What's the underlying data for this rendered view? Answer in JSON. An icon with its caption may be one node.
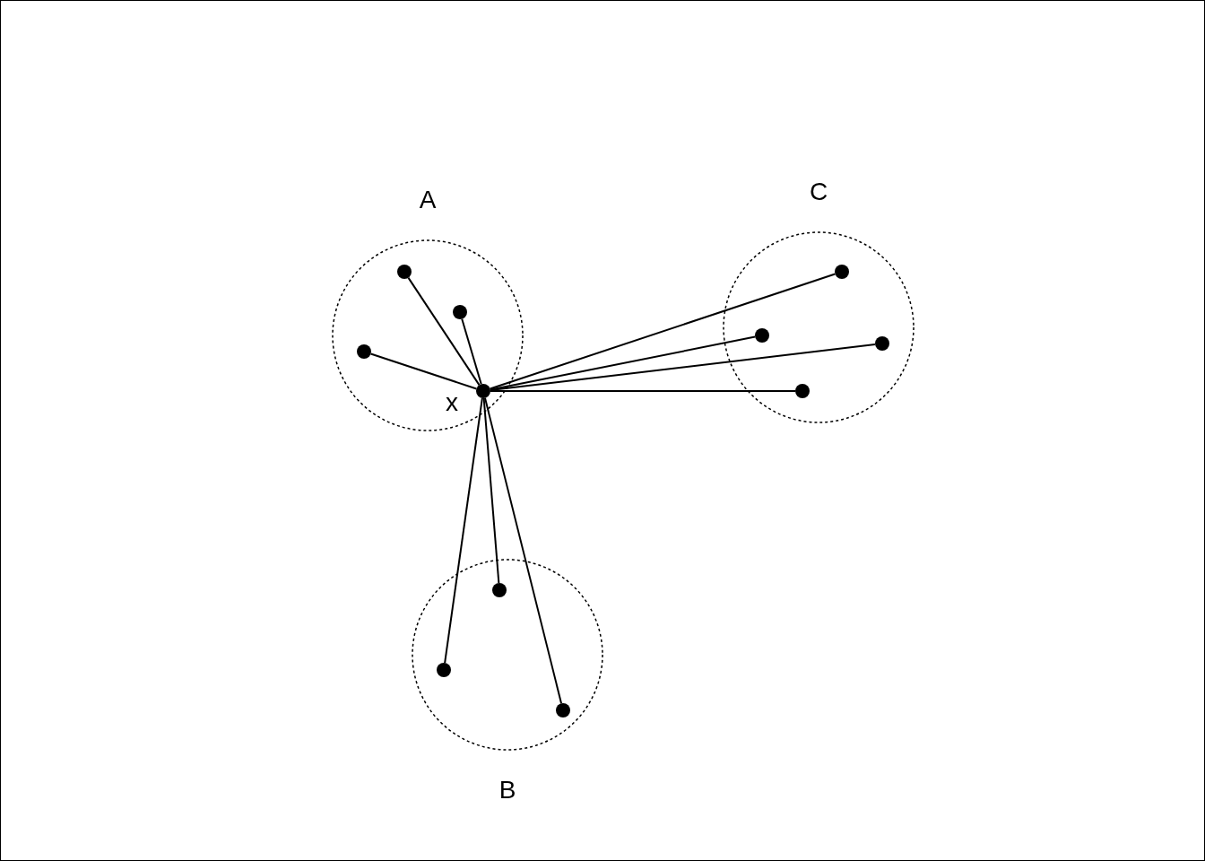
{
  "diagram": {
    "nodes": [
      {
        "text": [
          "A"
        ]
      },
      {
        "text": [],
        "shape": "circle",
        "in": 0
      },
      {
        "text": [],
        "shape": "circle",
        "in": 0
      },
      {
        "text": [],
        "shape": "circle",
        "in": 0
      },
      {
        "text": [],
        "shape": "circle",
        "in": 0,
        "beside": [
          "x"
        ]
      },
      {
        "text": [
          "C"
        ]
      },
      {
        "text": [],
        "shape": "circle",
        "in": 5
      },
      {
        "text": [],
        "shape": "circle",
        "in": 5
      },
      {
        "text": [],
        "shape": "circle",
        "in": 5
      },
      {
        "text": [],
        "shape": "circle",
        "in": 5
      },
      {
        "text": [
          "B"
        ]
      },
      {
        "text": [],
        "shape": "circle",
        "in": 10
      },
      {
        "text": [],
        "shape": "circle",
        "in": 10
      },
      {
        "text": [],
        "shape": "circle",
        "in": 10
      }
    ],
    "edges": [
      {
        "from": 4,
        "to": 1,
        "arrow": "none"
      },
      {
        "from": 4,
        "to": 2,
        "arrow": "none"
      },
      {
        "from": 4,
        "to": 3,
        "arrow": "none"
      },
      {
        "from": 4,
        "to": 6,
        "arrow": "none"
      },
      {
        "from": 4,
        "to": 7,
        "arrow": "none"
      },
      {
        "from": 4,
        "to": 8,
        "arrow": "none"
      },
      {
        "from": 4,
        "to": 9,
        "arrow": "none"
      },
      {
        "from": 4,
        "to": 11,
        "arrow": "none"
      },
      {
        "from": 4,
        "to": 12,
        "arrow": "none"
      },
      {
        "from": 4,
        "to": 13,
        "arrow": "none"
      }
    ]
  }
}
